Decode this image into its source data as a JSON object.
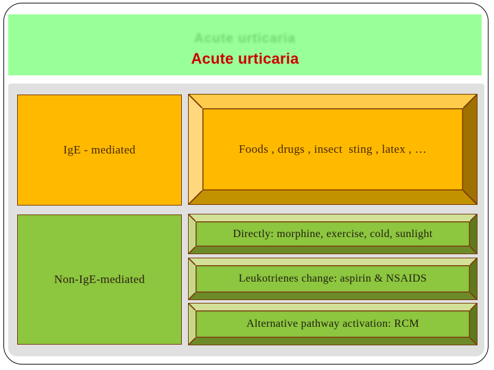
{
  "slide": {
    "title": "Acute urticaria"
  },
  "colors": {
    "header_bg": "#99ff99",
    "title_red": "#cc0000",
    "panel_gray": "#e0e0e0",
    "box_orange": "#ffba00",
    "box_green": "#8dc63f",
    "outline_brown": "#7b3a00"
  },
  "table": {
    "rows": [
      {
        "label": "IgE - mediated",
        "items": [
          "Foods , drugs , insect  sting , latex , …"
        ]
      },
      {
        "label": "Non-IgE-mediated",
        "items": [
          "Directly: morphine, exercise, cold, sunlight",
          "Leukotrienes change: aspirin & NSAIDS",
          "Alternative pathway activation: RCM"
        ]
      }
    ]
  }
}
